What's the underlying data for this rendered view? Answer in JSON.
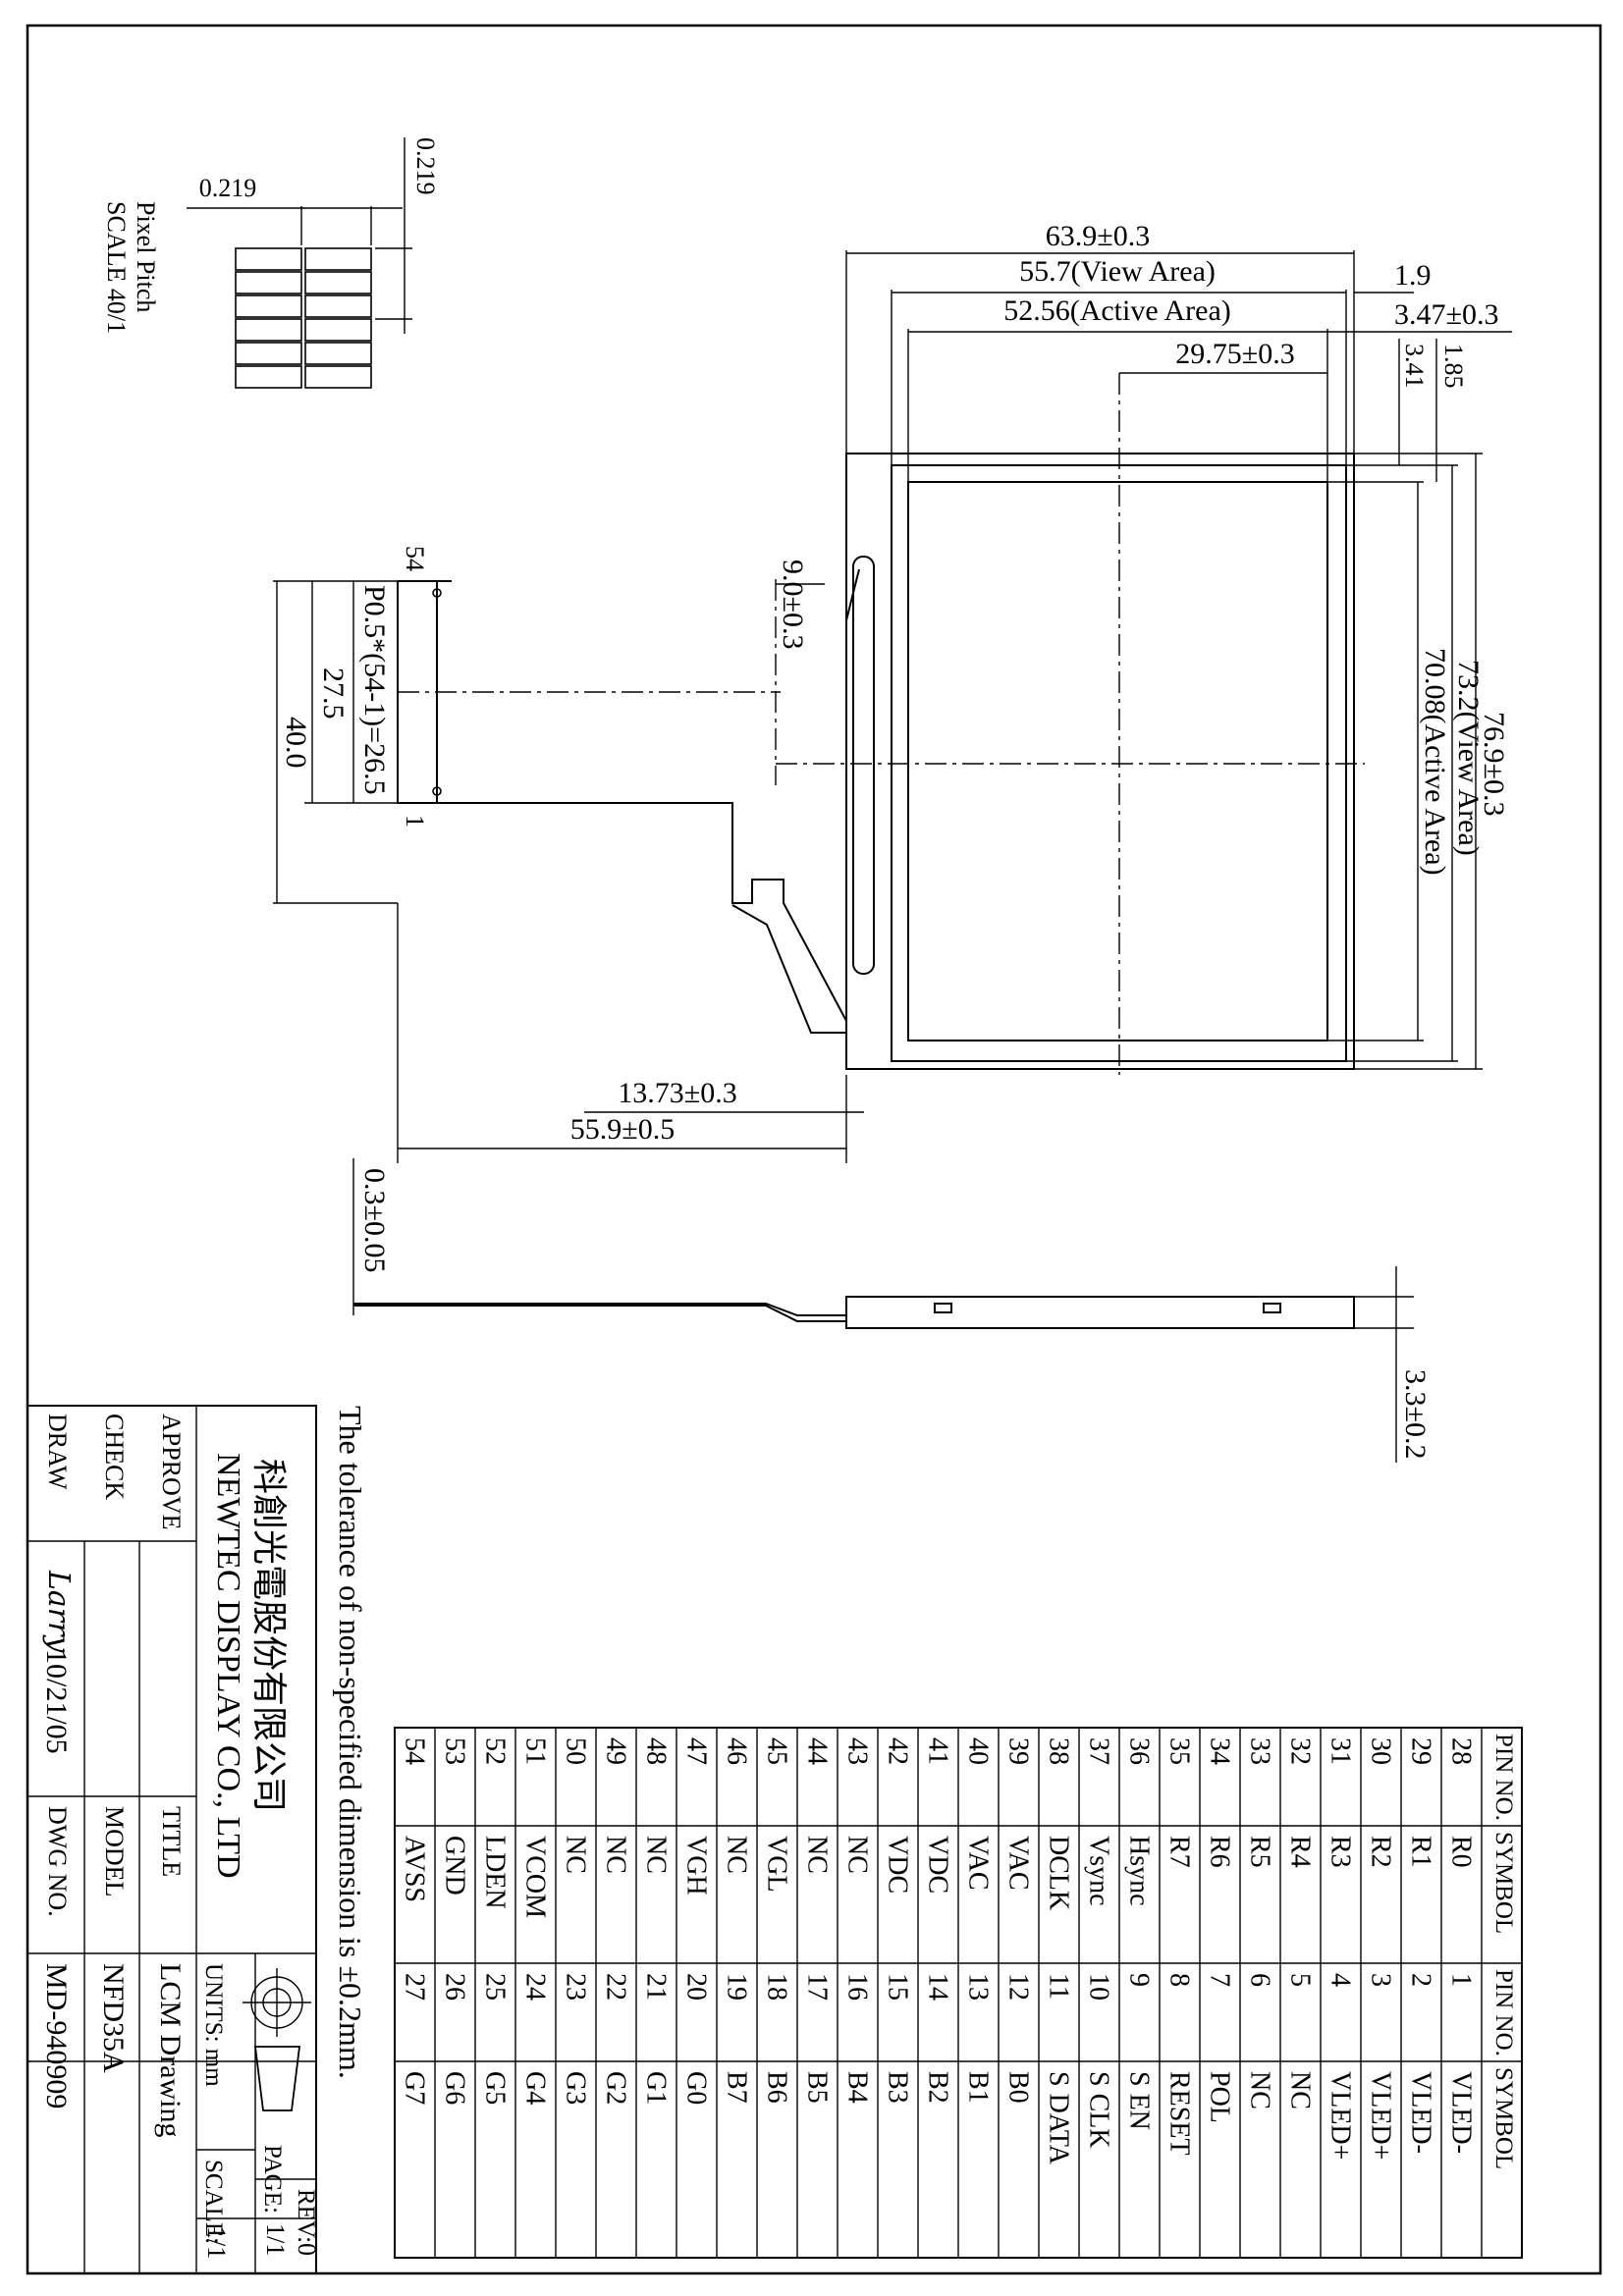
{
  "pixel_pitch": {
    "title": "Pixel Pitch",
    "scale": "SCALE 40/1",
    "pitch_h": "0.219",
    "pitch_v": "0.219"
  },
  "dimensions": {
    "outline_width": "63.9±0.3",
    "view_area_width": "55.7(View Area)",
    "active_area_width": "52.56(Active Area)",
    "center_offset": "29.75±0.3",
    "edge_right_1": "1.9",
    "edge_right_2": "3.47±0.3",
    "edge_top_1": "3.41",
    "edge_top_2": "1.85",
    "outline_height": "76.9±0.3",
    "view_area_height": "73.2(View Area)",
    "active_area_height": "70.08(Active Area)",
    "fpc_center": "9.0±0.3",
    "fpc_pin_count_top": "54",
    "fpc_pin_count_bottom": "1",
    "fpc_pitch": "P0.5*(54-1)=26.5",
    "fpc_width": "27.5",
    "fpc_length": "40.0",
    "fpc_offset_1": "13.73±0.3",
    "fpc_offset_2": "55.9±0.5",
    "fpc_thickness": "0.3±0.05",
    "module_thickness": "3.3±0.2"
  },
  "tolerance_note": "The tolerance of non-specified dimension is ±0.2mm.",
  "pin_table": {
    "headers": [
      "PIN NO.",
      "SYMBOL",
      "PIN NO.",
      "SYMBOL"
    ],
    "rows": [
      [
        "28",
        "R0",
        "1",
        "VLED-"
      ],
      [
        "29",
        "R1",
        "2",
        "VLED-"
      ],
      [
        "30",
        "R2",
        "3",
        "VLED+"
      ],
      [
        "31",
        "R3",
        "4",
        "VLED+"
      ],
      [
        "32",
        "R4",
        "5",
        "NC"
      ],
      [
        "33",
        "R5",
        "6",
        "NC"
      ],
      [
        "34",
        "R6",
        "7",
        "POL"
      ],
      [
        "35",
        "R7",
        "8",
        "RESET"
      ],
      [
        "36",
        "Hsync",
        "9",
        "S EN"
      ],
      [
        "37",
        "Vsync",
        "10",
        "S CLK"
      ],
      [
        "38",
        "DCLK",
        "11",
        "S DATA"
      ],
      [
        "39",
        "VAC",
        "12",
        "B0"
      ],
      [
        "40",
        "VAC",
        "13",
        "B1"
      ],
      [
        "41",
        "VDC",
        "14",
        "B2"
      ],
      [
        "42",
        "VDC",
        "15",
        "B3"
      ],
      [
        "43",
        "NC",
        "16",
        "B4"
      ],
      [
        "44",
        "NC",
        "17",
        "B5"
      ],
      [
        "45",
        "VGL",
        "18",
        "B6"
      ],
      [
        "46",
        "NC",
        "19",
        "B7"
      ],
      [
        "47",
        "VGH",
        "20",
        "G0"
      ],
      [
        "48",
        "NC",
        "21",
        "G1"
      ],
      [
        "49",
        "NC",
        "22",
        "G2"
      ],
      [
        "50",
        "NC",
        "23",
        "G3"
      ],
      [
        "51",
        "VCOM",
        "24",
        "G4"
      ],
      [
        "52",
        "LDEN",
        "25",
        "G5"
      ],
      [
        "53",
        "GND",
        "26",
        "G6"
      ],
      [
        "54",
        "AVSS",
        "27",
        "G7"
      ]
    ]
  },
  "title_block": {
    "company_cn": "科創光電股份有限公司",
    "company_en": "NEWTEC DISPLAY CO., LTD",
    "units": "UNITS: mm",
    "rev_label": "REV:",
    "rev_value": "0",
    "page_label": "PAGE:",
    "page_value": "1/1",
    "scale_label": "SCALE:",
    "scale_value": "1/1",
    "title_label": "TITLE",
    "title_value": "LCM Drawing",
    "model_label": "MODEL",
    "model_value": "NFD35A",
    "dwg_label": "DWG NO.",
    "dwg_value": "MD-940909",
    "approve_label": "APPROVE",
    "check_label": "CHECK",
    "draw_label": "DRAW",
    "draw_signature": "Larry",
    "draw_date": "10/21/05"
  }
}
